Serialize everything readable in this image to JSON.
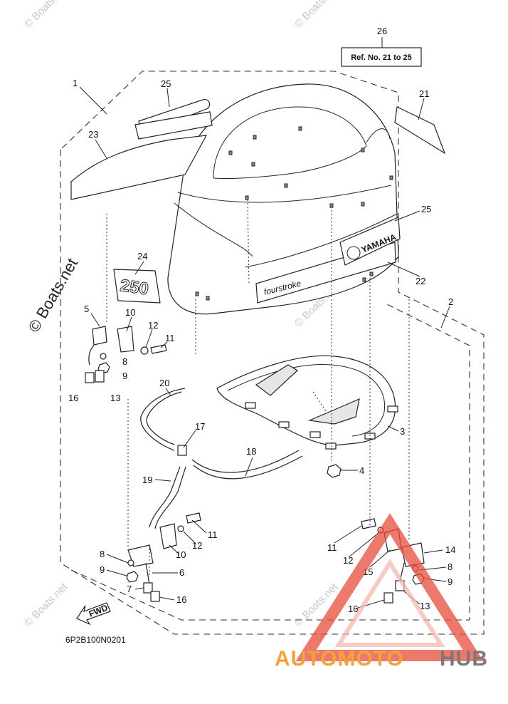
{
  "diagram": {
    "drawing_code": "6P2B100N0201",
    "ref_box": {
      "number": "26",
      "text": "Ref. No. 21 to 25"
    },
    "fwd_label": "FWD",
    "model_badge": "250",
    "brand_badge": "YAMAHA",
    "stripe_text": "fourstroke",
    "callouts": {
      "c1": "1",
      "c2": "2",
      "c3": "3",
      "c4": "4",
      "c5": "5",
      "c6": "6",
      "c7": "7",
      "c8a": "8",
      "c8b": "8",
      "c8c": "8",
      "c9a": "9",
      "c9b": "9",
      "c9c": "9",
      "c10a": "10",
      "c10b": "10",
      "c11a": "11",
      "c11b": "11",
      "c11c": "11",
      "c12a": "12",
      "c12b": "12",
      "c12c": "12",
      "c13a": "13",
      "c13b": "13",
      "c14": "14",
      "c15": "15",
      "c16a": "16",
      "c16b": "16",
      "c16c": "16",
      "c17": "17",
      "c18": "18",
      "c19": "19",
      "c20": "20",
      "c21": "21",
      "c22": "22",
      "c23": "23",
      "c24": "24",
      "c25a": "25",
      "c25b": "25"
    }
  },
  "watermarks": {
    "boats_net": "© Boats.net",
    "brand_part1": "AUTOMOTO",
    "brand_part2": "HUB"
  }
}
